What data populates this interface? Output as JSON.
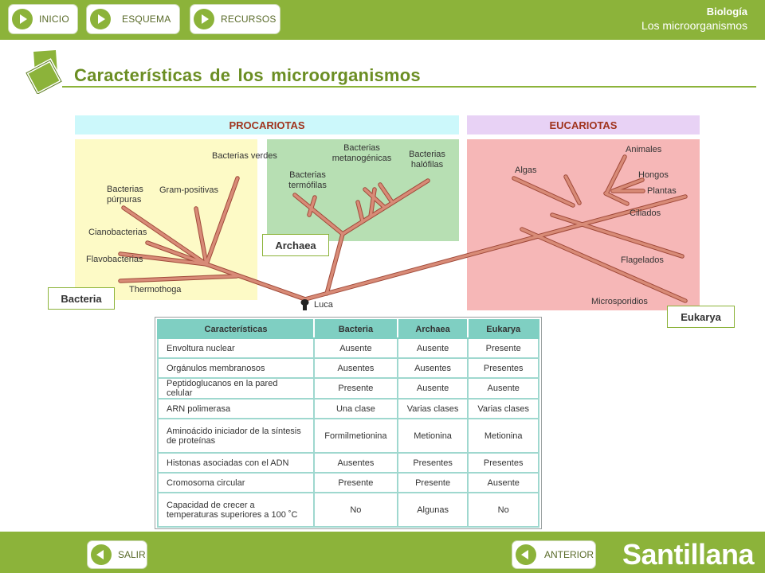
{
  "header": {
    "nav": [
      {
        "label": "INICIO"
      },
      {
        "label": "ESQUEMA"
      },
      {
        "label": "RECURSOS"
      }
    ],
    "subject": "Biología",
    "topic": "Los microorganismos"
  },
  "page": {
    "title": "Características de los microorganismos"
  },
  "diagram": {
    "bands": {
      "prokaryotes": "PROCARIOTAS",
      "eukaryotes": "EUCARIOTAS"
    },
    "domains": {
      "bacteria": "Bacteria",
      "archaea": "Archaea",
      "eukarya": "Eukarya"
    },
    "root": "Luca",
    "bacteria_groups": [
      "Bacterias verdes",
      "Gram-positivas",
      "Bacterias púrpuras",
      "Cianobacterias",
      "Flavobacterias",
      "Thermothoga"
    ],
    "archaea_groups": [
      "Bacterias metanogénicas",
      "Bacterias halófilas",
      "Bacterias termófilas"
    ],
    "eukarya_groups": [
      "Animales",
      "Algas",
      "Hongos",
      "Plantas",
      "Ciliados",
      "Flagelados",
      "Microsporidios"
    ]
  },
  "table": {
    "headers": [
      "Características",
      "Bacteria",
      "Archaea",
      "Eukarya"
    ],
    "rows": [
      {
        "feature": "Envoltura nuclear",
        "bacteria": "Ausente",
        "archaea": "Ausente",
        "eukarya": "Presente"
      },
      {
        "feature": "Orgánulos membranosos",
        "bacteria": "Ausentes",
        "archaea": "Ausentes",
        "eukarya": "Presentes"
      },
      {
        "feature": "Peptidoglucanos en la pared celular",
        "bacteria": "Presente",
        "archaea": "Ausente",
        "eukarya": "Ausente"
      },
      {
        "feature": "ARN polimerasa",
        "bacteria": "Una clase",
        "archaea": "Varias clases",
        "eukarya": "Varias clases"
      },
      {
        "feature": "Aminoácido iniciador de la síntesis de proteínas",
        "bacteria": "Formilmetionina",
        "archaea": "Metionina",
        "eukarya": "Metionina"
      },
      {
        "feature": "Histonas asociadas con el ADN",
        "bacteria": "Ausentes",
        "archaea": "Presentes",
        "eukarya": "Presentes"
      },
      {
        "feature": "Cromosoma circular",
        "bacteria": "Presente",
        "archaea": "Presente",
        "eukarya": "Ausente"
      },
      {
        "feature": "Capacidad de crecer a temperaturas superiores a 100 ˚C",
        "bacteria": "No",
        "archaea": "Algunas",
        "eukarya": "No"
      }
    ]
  },
  "footer": {
    "exit_label": "SALIR",
    "prev_label": "ANTERIOR",
    "brand": "Santillana"
  },
  "colors": {
    "accent_green": "#8cb33a",
    "title_green": "#6b8e23",
    "branch": "#d88b77",
    "branch_outline": "#a04a3a"
  }
}
